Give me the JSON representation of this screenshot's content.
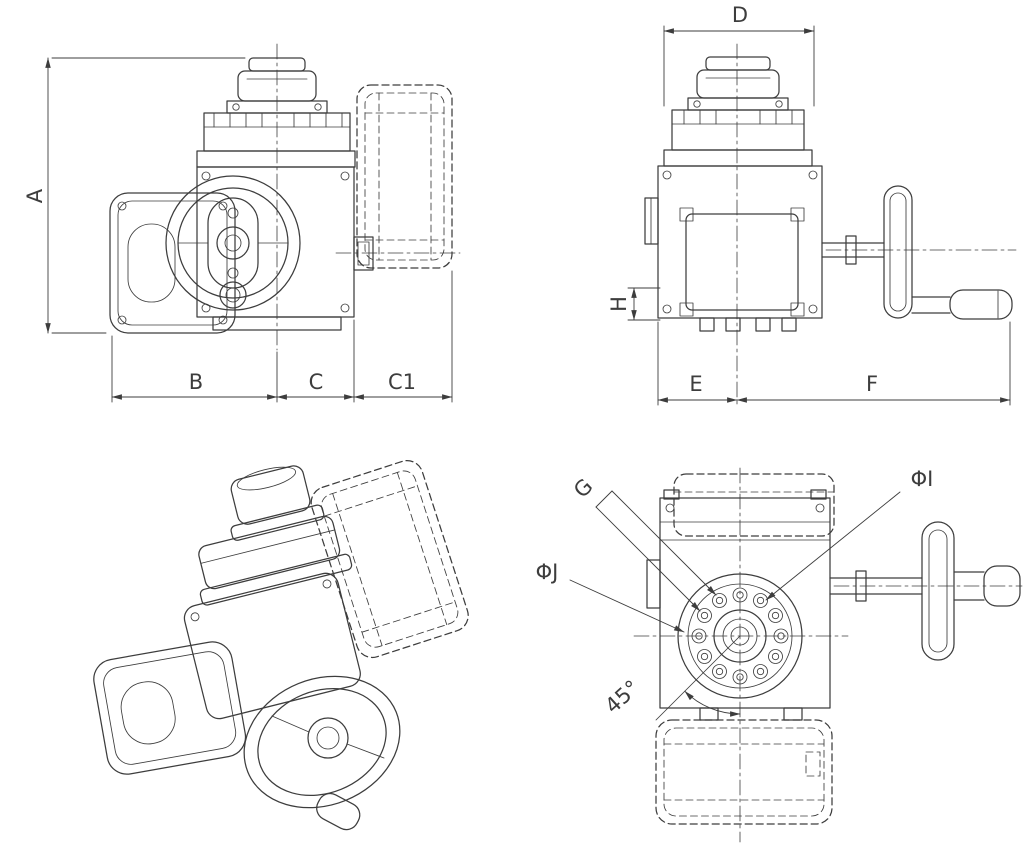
{
  "drawing": {
    "line_color": "#3d3d3d",
    "background_color": "#ffffff"
  },
  "views": {
    "front": {
      "dimensions": {
        "A": "A",
        "B": "B",
        "C": "C",
        "C1": "C1"
      }
    },
    "side": {
      "dimensions": {
        "D": "D",
        "H": "H",
        "E": "E",
        "F": "F"
      }
    },
    "isometric": {
      "dimensions": {}
    },
    "flange": {
      "dimensions": {
        "G": "G",
        "phi_I": "ΦI",
        "phi_J": "ΦJ",
        "angle": "45°"
      }
    }
  }
}
